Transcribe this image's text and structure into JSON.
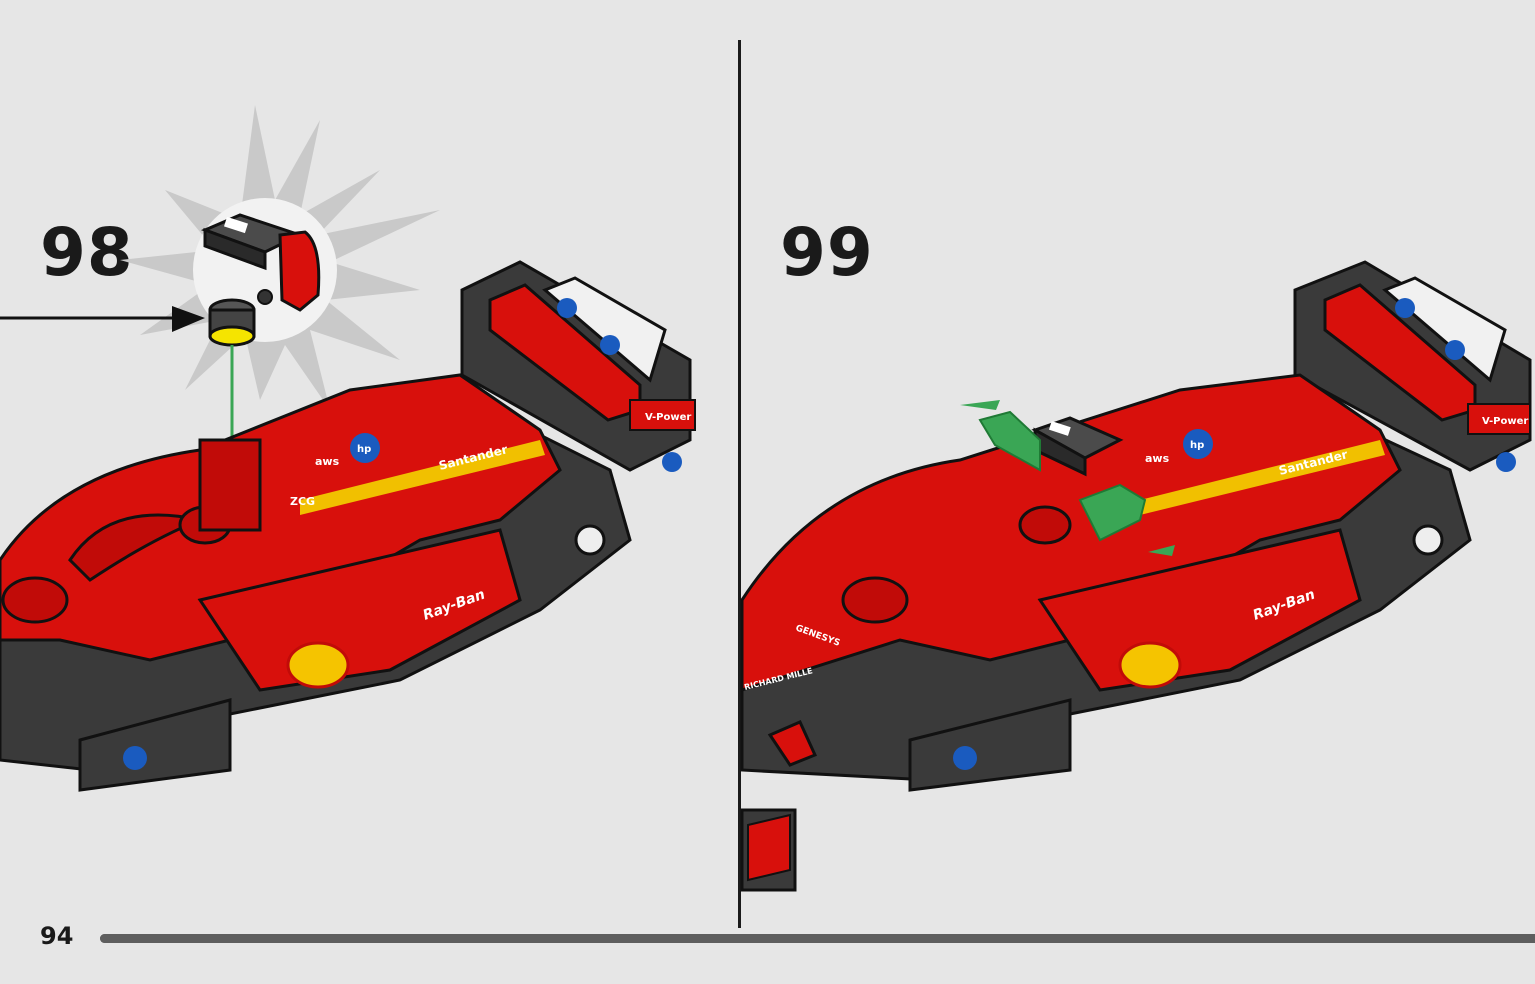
{
  "steps": [
    {
      "number": "98"
    },
    {
      "number": "99"
    }
  ],
  "page_number": "94",
  "progress": {
    "fraction": 1.0
  },
  "sponsors": {
    "santander": "Santander",
    "aws": "aws",
    "hp": "hp",
    "vpower": "V-Power",
    "zcg": "ZCG",
    "rayban": "Ray-Ban",
    "genesys": "GENESYS",
    "richard_mille": "RICHARD MILLE"
  },
  "colors": {
    "background": "#e6e6e6",
    "car_red": "#d8100c",
    "car_dark_red": "#a50c08",
    "chassis_black": "#3a3a3a",
    "highlight_green": "#3aa655",
    "callout_yellow": "#f5e400",
    "wing_white": "#f1f1f1"
  },
  "icons": [
    "insert-arrow-icon",
    "highlight-burst-icon",
    "press-arrow-icon"
  ]
}
